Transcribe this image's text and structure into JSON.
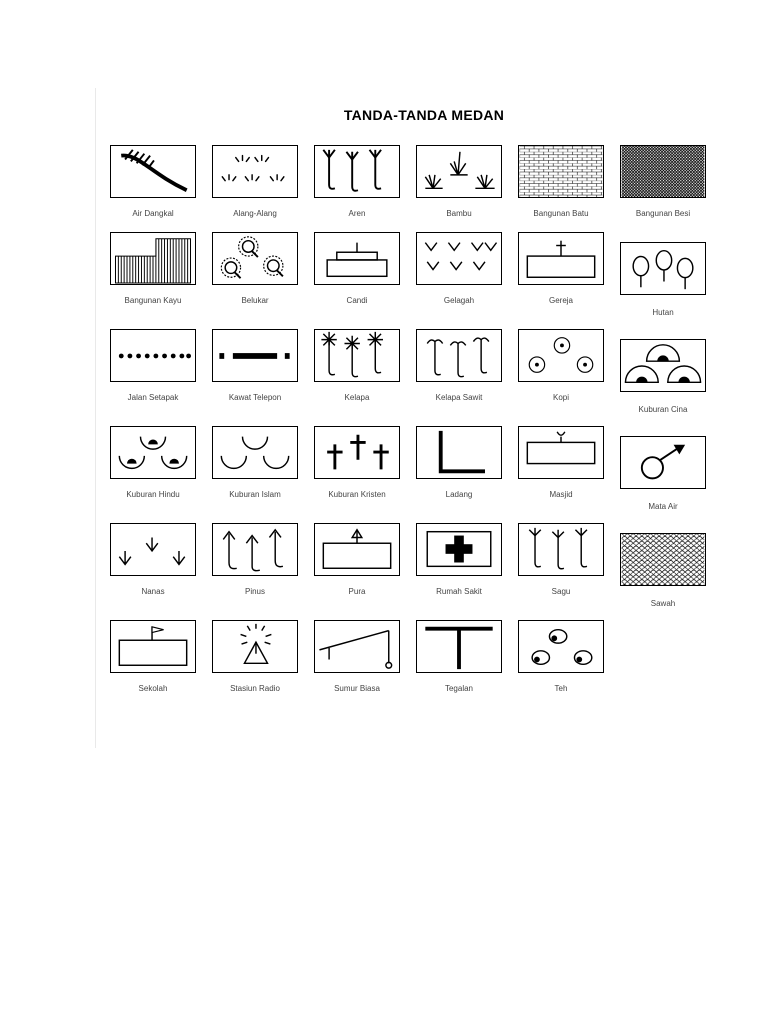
{
  "title": "TANDA-TANDA MEDAN",
  "symbols": [
    {
      "label": "Air Dangkal",
      "icon": "shallow-water-icon"
    },
    {
      "label": "Alang-Alang",
      "icon": "grass-icon"
    },
    {
      "label": "Aren",
      "icon": "sugar-palm-icon"
    },
    {
      "label": "Bambu",
      "icon": "bamboo-icon"
    },
    {
      "label": "Bangunan Batu",
      "icon": "stone-building-icon"
    },
    {
      "label": "Bangunan Besi",
      "icon": "iron-building-icon"
    },
    {
      "label": "Bangunan Kayu",
      "icon": "wooden-building-icon"
    },
    {
      "label": "Belukar",
      "icon": "shrub-icon"
    },
    {
      "label": "Candi",
      "icon": "temple-icon"
    },
    {
      "label": "Gelagah",
      "icon": "reed-icon"
    },
    {
      "label": "Gereja",
      "icon": "church-icon"
    },
    {
      "label": "Hutan",
      "icon": "forest-icon"
    },
    {
      "label": "Jalan Setapak",
      "icon": "footpath-icon"
    },
    {
      "label": "Kawat Telepon",
      "icon": "telephone-wire-icon"
    },
    {
      "label": "Kelapa",
      "icon": "coconut-icon"
    },
    {
      "label": "Kelapa Sawit",
      "icon": "oil-palm-icon"
    },
    {
      "label": "Kopi",
      "icon": "coffee-icon"
    },
    {
      "label": "Kuburan Cina",
      "icon": "chinese-grave-icon"
    },
    {
      "label": "Kuburan Hindu",
      "icon": "hindu-grave-icon"
    },
    {
      "label": "Kuburan Islam",
      "icon": "islamic-grave-icon"
    },
    {
      "label": "Kuburan Kristen",
      "icon": "christian-grave-icon"
    },
    {
      "label": "Ladang",
      "icon": "field-icon"
    },
    {
      "label": "Masjid",
      "icon": "mosque-icon"
    },
    {
      "label": "Mata Air",
      "icon": "spring-icon"
    },
    {
      "label": "Nanas",
      "icon": "pineapple-icon"
    },
    {
      "label": "Pinus",
      "icon": "pine-icon"
    },
    {
      "label": "Pura",
      "icon": "hindu-temple-icon"
    },
    {
      "label": "Rumah Sakit",
      "icon": "hospital-icon"
    },
    {
      "label": "Sagu",
      "icon": "sago-icon"
    },
    {
      "label": "Sawah",
      "icon": "rice-field-icon"
    },
    {
      "label": "Sekolah",
      "icon": "school-icon"
    },
    {
      "label": "Stasiun Radio",
      "icon": "radio-station-icon"
    },
    {
      "label": "Sumur Biasa",
      "icon": "well-icon"
    },
    {
      "label": "Tegalan",
      "icon": "dry-field-icon"
    },
    {
      "label": "Teh",
      "icon": "tea-icon"
    }
  ]
}
